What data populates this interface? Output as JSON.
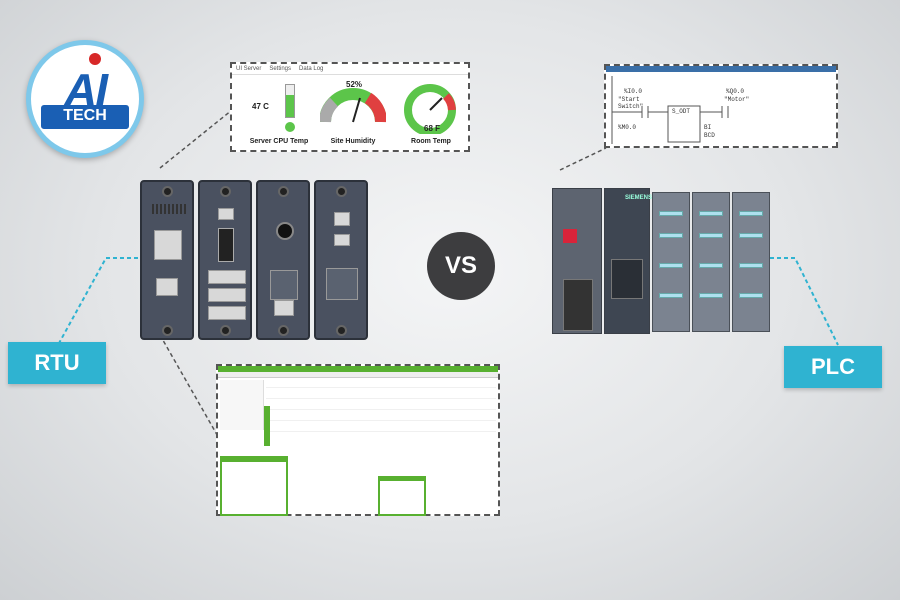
{
  "logo": {
    "text_ai": "AI",
    "text_tech": "TECH"
  },
  "vs_label": "VS",
  "rtu_label": "RTU",
  "plc_label": "PLC",
  "dashboard": {
    "menu": [
      "UI Server",
      "Settings",
      "Data Log"
    ],
    "gauges": [
      {
        "label": "Server CPU Temp",
        "value": "47 C"
      },
      {
        "label": "Site Humidity",
        "value": "52%"
      },
      {
        "label": "Room Temp",
        "value": "68 F"
      }
    ]
  },
  "ladder": {
    "rungs": [
      "%I0.0",
      "\"Start",
      "Switch\"",
      "%Q0.0",
      "\"Motor\"",
      "S_ODT",
      "%M0.0",
      "BI",
      "BCD"
    ]
  },
  "plc": {
    "brand": "SIEMENS"
  },
  "colors": {
    "accent": "#2fb3d1",
    "green": "#58b030",
    "dark": "#3d3d3f"
  }
}
